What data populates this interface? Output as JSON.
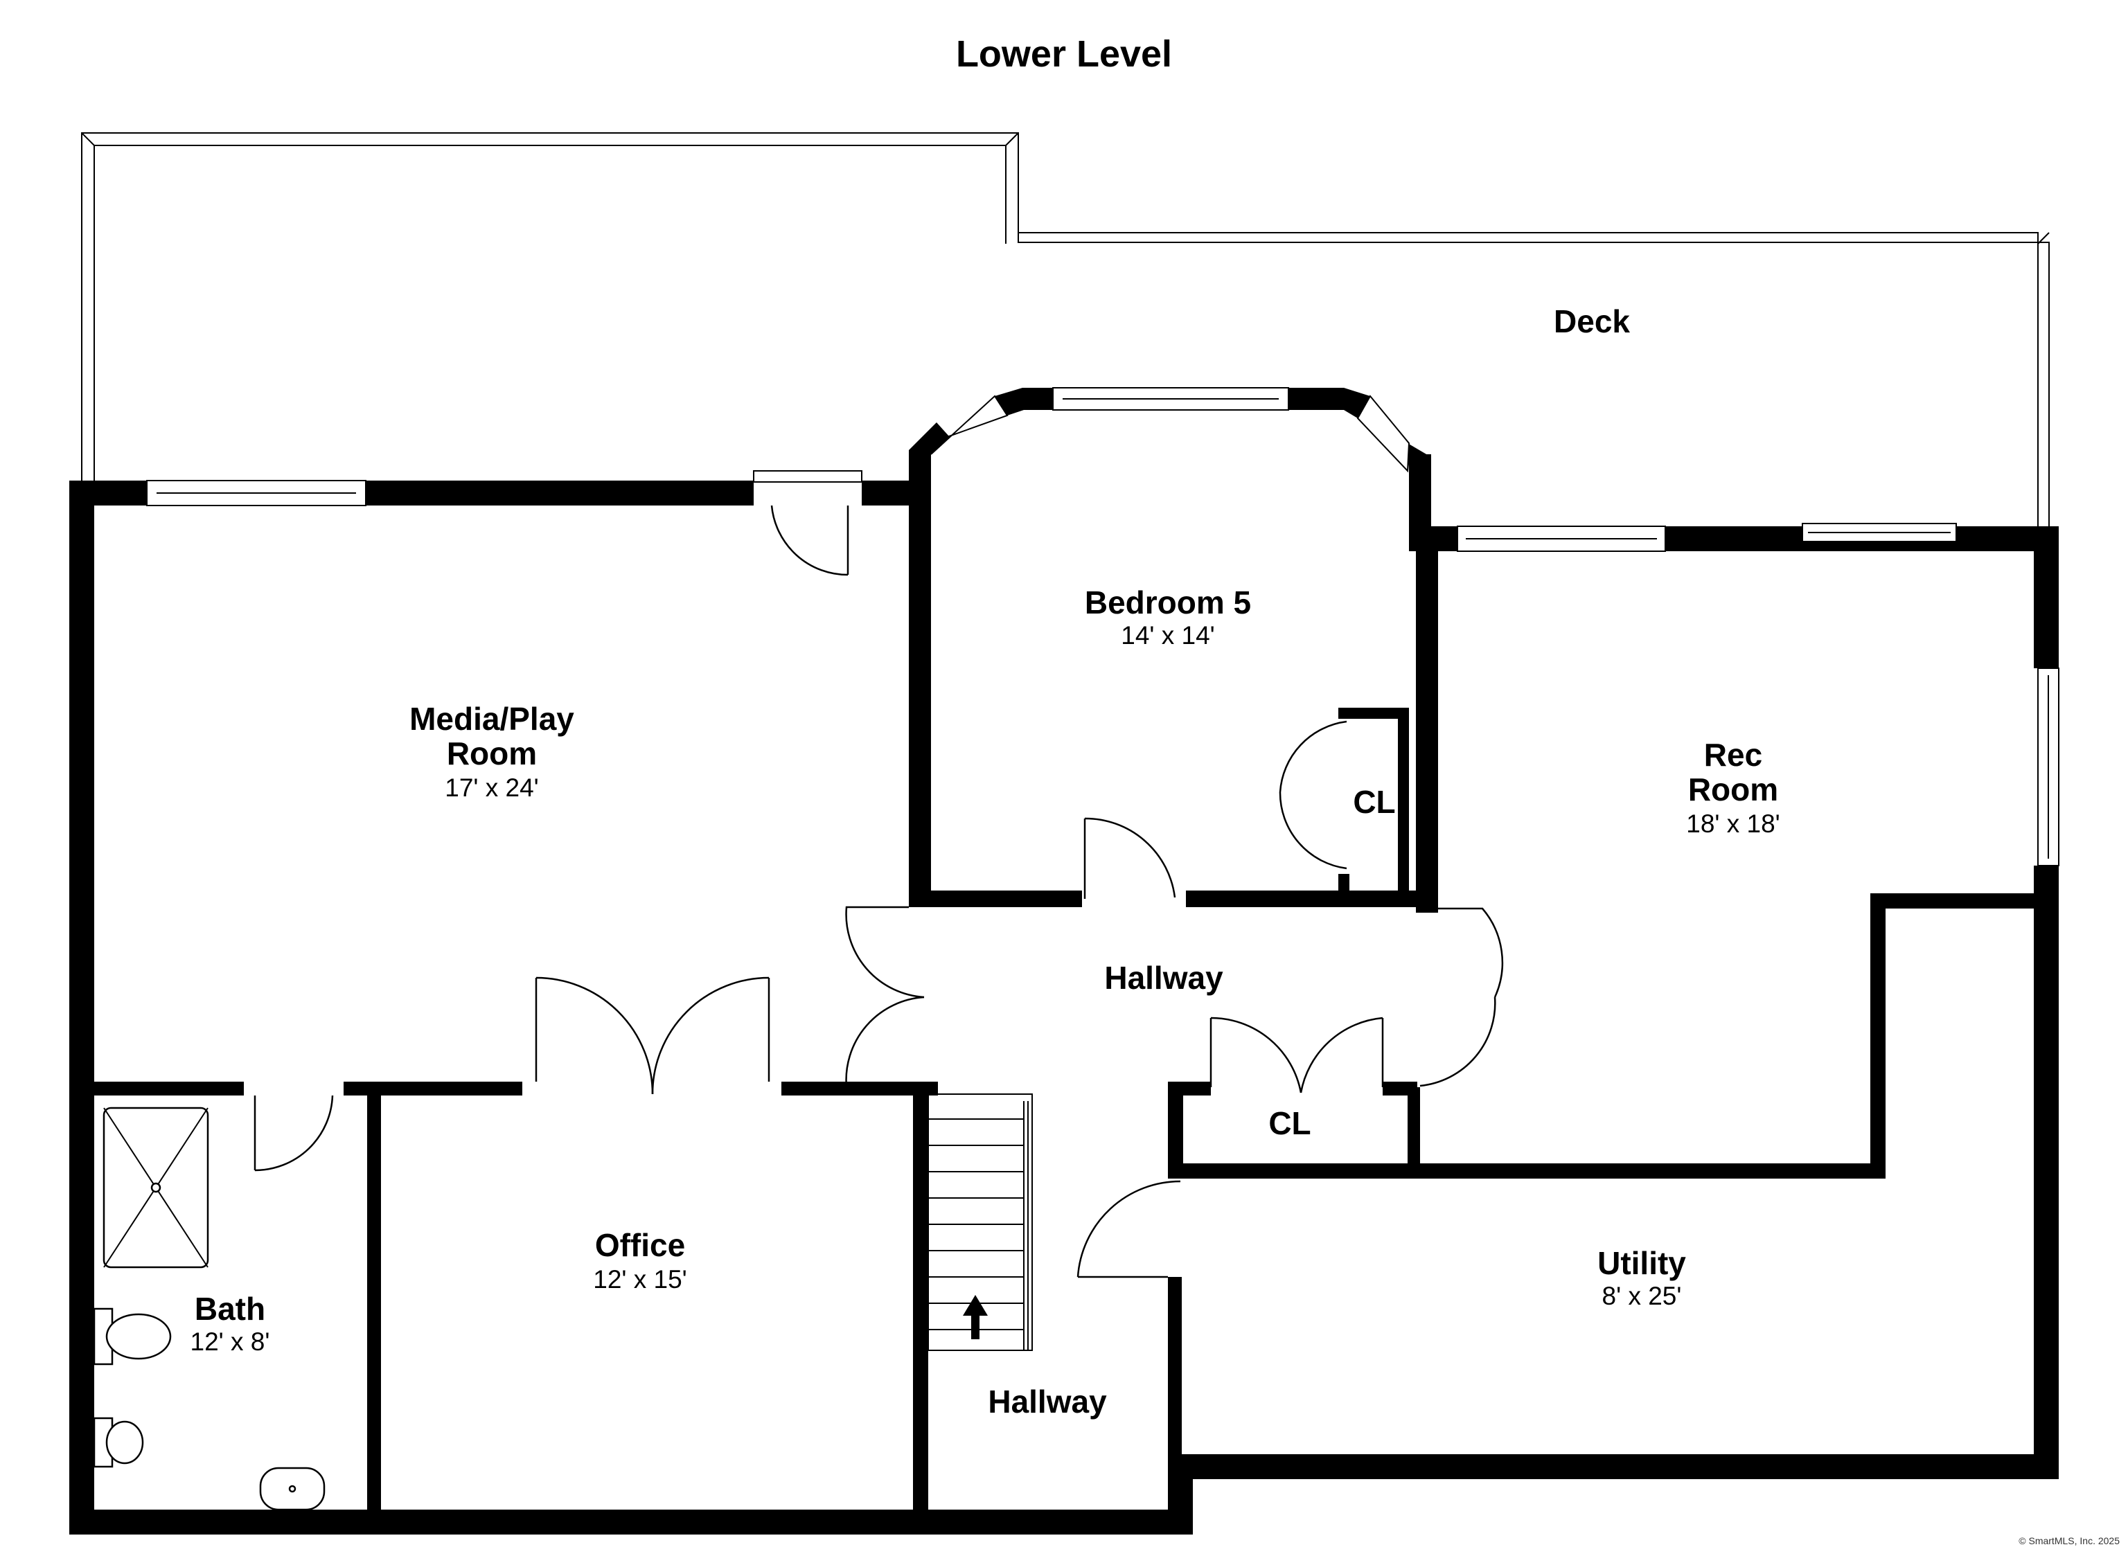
{
  "title": "Lower Level",
  "credit": "© SmartMLS, Inc. 2025",
  "rooms": {
    "deck": {
      "name": "Deck"
    },
    "media": {
      "name_line1": "Media/Play",
      "name_line2": "Room",
      "dims": "17' x 24'"
    },
    "bedroom5": {
      "name": "Bedroom 5",
      "dims": "14' x 14'"
    },
    "rec": {
      "name_line1": "Rec",
      "name_line2": "Room",
      "dims": "18' x 18'"
    },
    "closet_bedroom": {
      "name": "CL"
    },
    "hallway_upper": {
      "name": "Hallway"
    },
    "closet_hall": {
      "name": "CL"
    },
    "office": {
      "name": "Office",
      "dims": "12' x 15'"
    },
    "bath": {
      "name": "Bath",
      "dims": "12' x 8'"
    },
    "utility": {
      "name": "Utility",
      "dims": "8' x 25'"
    },
    "hallway_lower": {
      "name": "Hallway"
    }
  },
  "icons": {
    "stairs_arrow": "up-arrow-icon"
  }
}
